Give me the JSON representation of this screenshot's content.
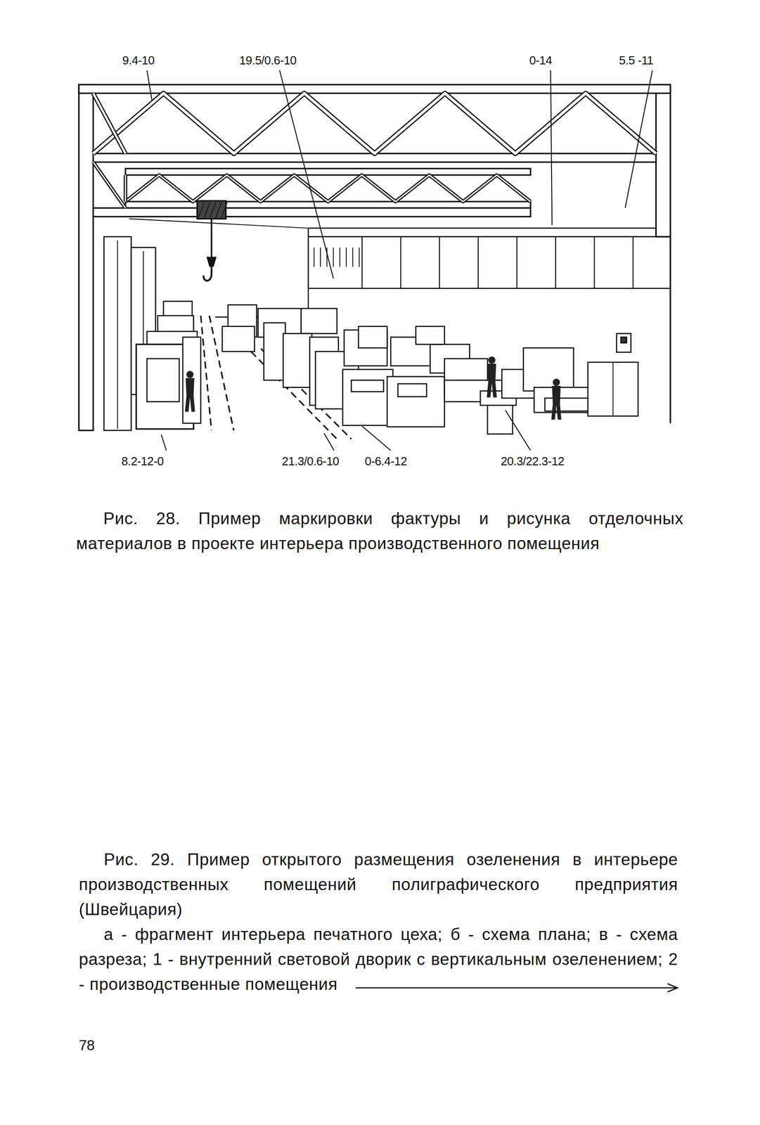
{
  "diagram": {
    "caption": "Рис. 28. Пример маркировки фактуры и рисунка отделочных материалов в проекте интерьера производственного помещения",
    "labels": [
      "9.4-10",
      "19.5/0.6-10",
      "0-14",
      "5.5 -11",
      "8.2-12-0",
      "21.3/0.6-10",
      "0-6.4-12",
      "20.3/22.3-12",
      "Рис. 29. Пример открытого размещения озеленения в интерьере производственных помещений полиграфического предприятия (Швейцария)",
      "а - фрагмент интерьера печатного цеха; б - схема плана; в - схема разреза; 1 - внутренний световой дворик с вертикальным озеленением; 2 - производственные помещения",
      "78"
    ]
  }
}
